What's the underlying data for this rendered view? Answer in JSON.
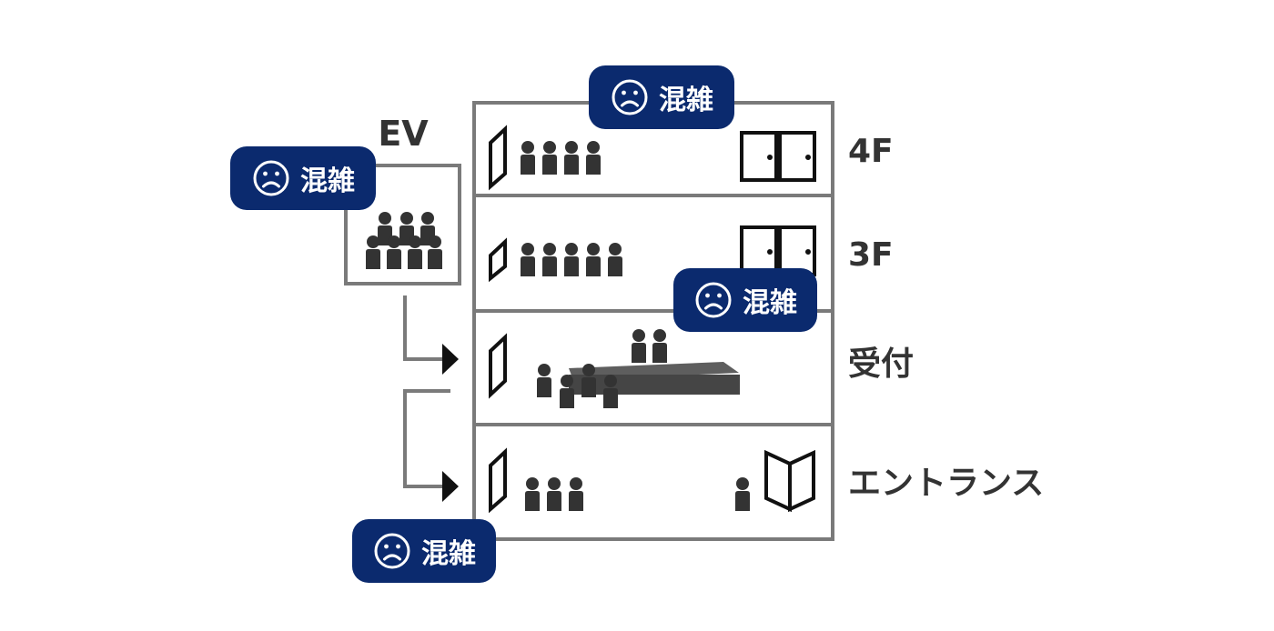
{
  "ev_label": "EV",
  "floors": [
    {
      "id": "4f",
      "label": "4F"
    },
    {
      "id": "3f",
      "label": "3F"
    },
    {
      "id": "reception",
      "label": "受付"
    },
    {
      "id": "entrance",
      "label": "エントランス"
    }
  ],
  "badges": [
    {
      "id": "ev",
      "text": "混雑",
      "icon": "sad-face-icon"
    },
    {
      "id": "4f",
      "text": "混雑",
      "icon": "sad-face-icon"
    },
    {
      "id": "3f",
      "text": "混雑",
      "icon": "sad-face-icon"
    },
    {
      "id": "entrance",
      "text": "混雑",
      "icon": "sad-face-icon"
    }
  ],
  "colors": {
    "badge_bg": "#0b2a6e",
    "badge_text": "#ffffff",
    "wall": "#7a7a7a",
    "person": "#333333",
    "label": "#333333"
  }
}
